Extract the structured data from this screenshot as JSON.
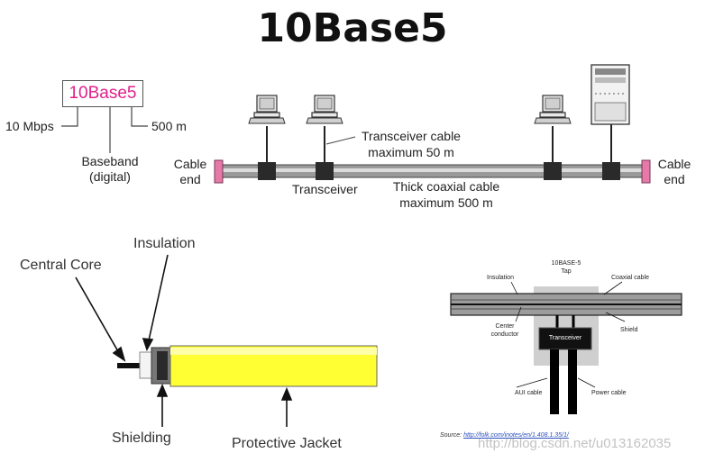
{
  "title": "10Base5",
  "naming": {
    "box": "10Base5",
    "speed": "10 Mbps",
    "signal": "Baseband\n(digital)",
    "length": "500 m"
  },
  "bus": {
    "cable_end_left": "Cable\nend",
    "cable_end_right": "Cable\nend",
    "transceiver_cable": "Transceiver cable\nmaximum 50 m",
    "transceiver": "Transceiver",
    "coax": "Thick coaxial cable\nmaximum 500 m"
  },
  "cross_section": {
    "central_core": "Central Core",
    "insulation": "Insulation",
    "shielding": "Shielding",
    "protective_jacket": "Protective Jacket",
    "jacket_color": "#ffff33"
  },
  "tap": {
    "title": "10BASE-5\nTap",
    "insulation": "Insulation",
    "coaxial_cable": "Coaxial cable",
    "center_conductor": "Center\nconductor",
    "shield": "Shield",
    "transceiver": "Transceiver",
    "aui_cable": "AUI cable",
    "power_cable": "Power cable"
  },
  "source": {
    "prefix": "Source:",
    "url": "http://folk.com/inotes/en/1.408.1.35/1/"
  },
  "watermark": "http://blog.csdn.net/u013162035",
  "colors": {
    "cable_end": "#e57aa8",
    "name_text": "#e0208a"
  }
}
